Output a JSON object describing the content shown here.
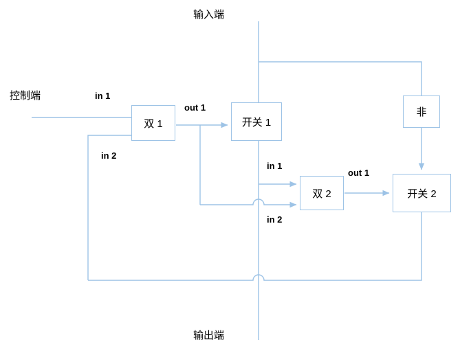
{
  "diagram": {
    "colors": {
      "line": "#9dc3e6",
      "text": "#000000",
      "box_fill": "#ffffff"
    },
    "terminals": {
      "input": "输入端",
      "control": "控制端",
      "output": "输出端"
    },
    "boxes": {
      "dual1": {
        "label": "双 1"
      },
      "switch1": {
        "label": "开关 1"
      },
      "not_gate": {
        "label": "非"
      },
      "dual2": {
        "label": "双 2"
      },
      "switch2": {
        "label": "开关 2"
      }
    },
    "port_labels": {
      "dual1_in1": "in 1",
      "dual1_in2": "in 2",
      "dual1_out1": "out 1",
      "dual2_in1": "in 1",
      "dual2_in2": "in 2",
      "dual2_out1": "out 1"
    }
  }
}
